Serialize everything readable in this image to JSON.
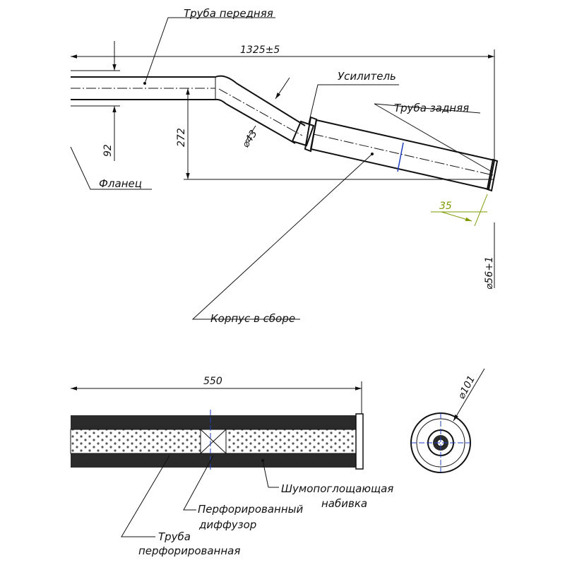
{
  "labels": {
    "front_pipe": "Труба передняя",
    "reinforcement": "Усилитель",
    "rear_pipe": "Труба задняя",
    "flange": "Фланец",
    "body_assembly": "Корпус в сборе",
    "sound_packing": [
      "Шумопоглощающая",
      "набивка"
    ],
    "perforated_diffuser": [
      "Перфорированный",
      "диффузор"
    ],
    "perforated_pipe": [
      "Труба",
      "перфорированная"
    ]
  },
  "dimensions": {
    "overall_length": "1325±5",
    "offset_92": "92",
    "offset_272": "272",
    "pipe_diameter": "⌀43",
    "dim_35": "35",
    "outlet_diameter": "⌀56+1",
    "body_length": "550",
    "body_diameter": "⌀101"
  },
  "colors": {
    "line": "#111111",
    "center_mark": "#1f3fbf",
    "dim_35": "#7a9a00"
  }
}
